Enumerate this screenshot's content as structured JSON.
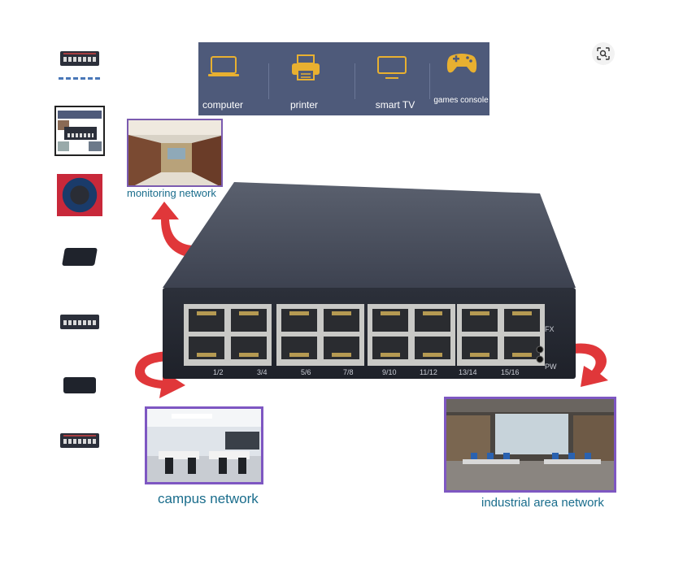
{
  "gallery": {
    "thumbnails": [
      "product-main",
      "product-applications",
      "product-heat-dissipation",
      "product-dimensions",
      "product-front",
      "product-angle",
      "product-packing"
    ],
    "selected_index": 1
  },
  "devices": [
    {
      "label": "computer",
      "icon": "laptop-icon"
    },
    {
      "label": "printer",
      "icon": "printer-icon"
    },
    {
      "label": "smart TV",
      "icon": "monitor-icon"
    },
    {
      "label": "games console",
      "icon": "gamepad-icon"
    }
  ],
  "scenarios": {
    "monitoring": "monitoring network",
    "campus": "campus network",
    "industrial": "industrial area network"
  },
  "switch": {
    "port_labels": [
      "1/2",
      "3/4",
      "5/6",
      "7/8",
      "9/10",
      "11/12",
      "13/14",
      "15/16"
    ],
    "led_fx": "FX",
    "led_pw": "PW"
  },
  "colors": {
    "banner": "#4e5a7a",
    "icon_gold": "#e8b030",
    "arrow_red": "#e0373a",
    "frame_purple": "#6a3fa0",
    "scene_label": "#1a6d8c"
  }
}
